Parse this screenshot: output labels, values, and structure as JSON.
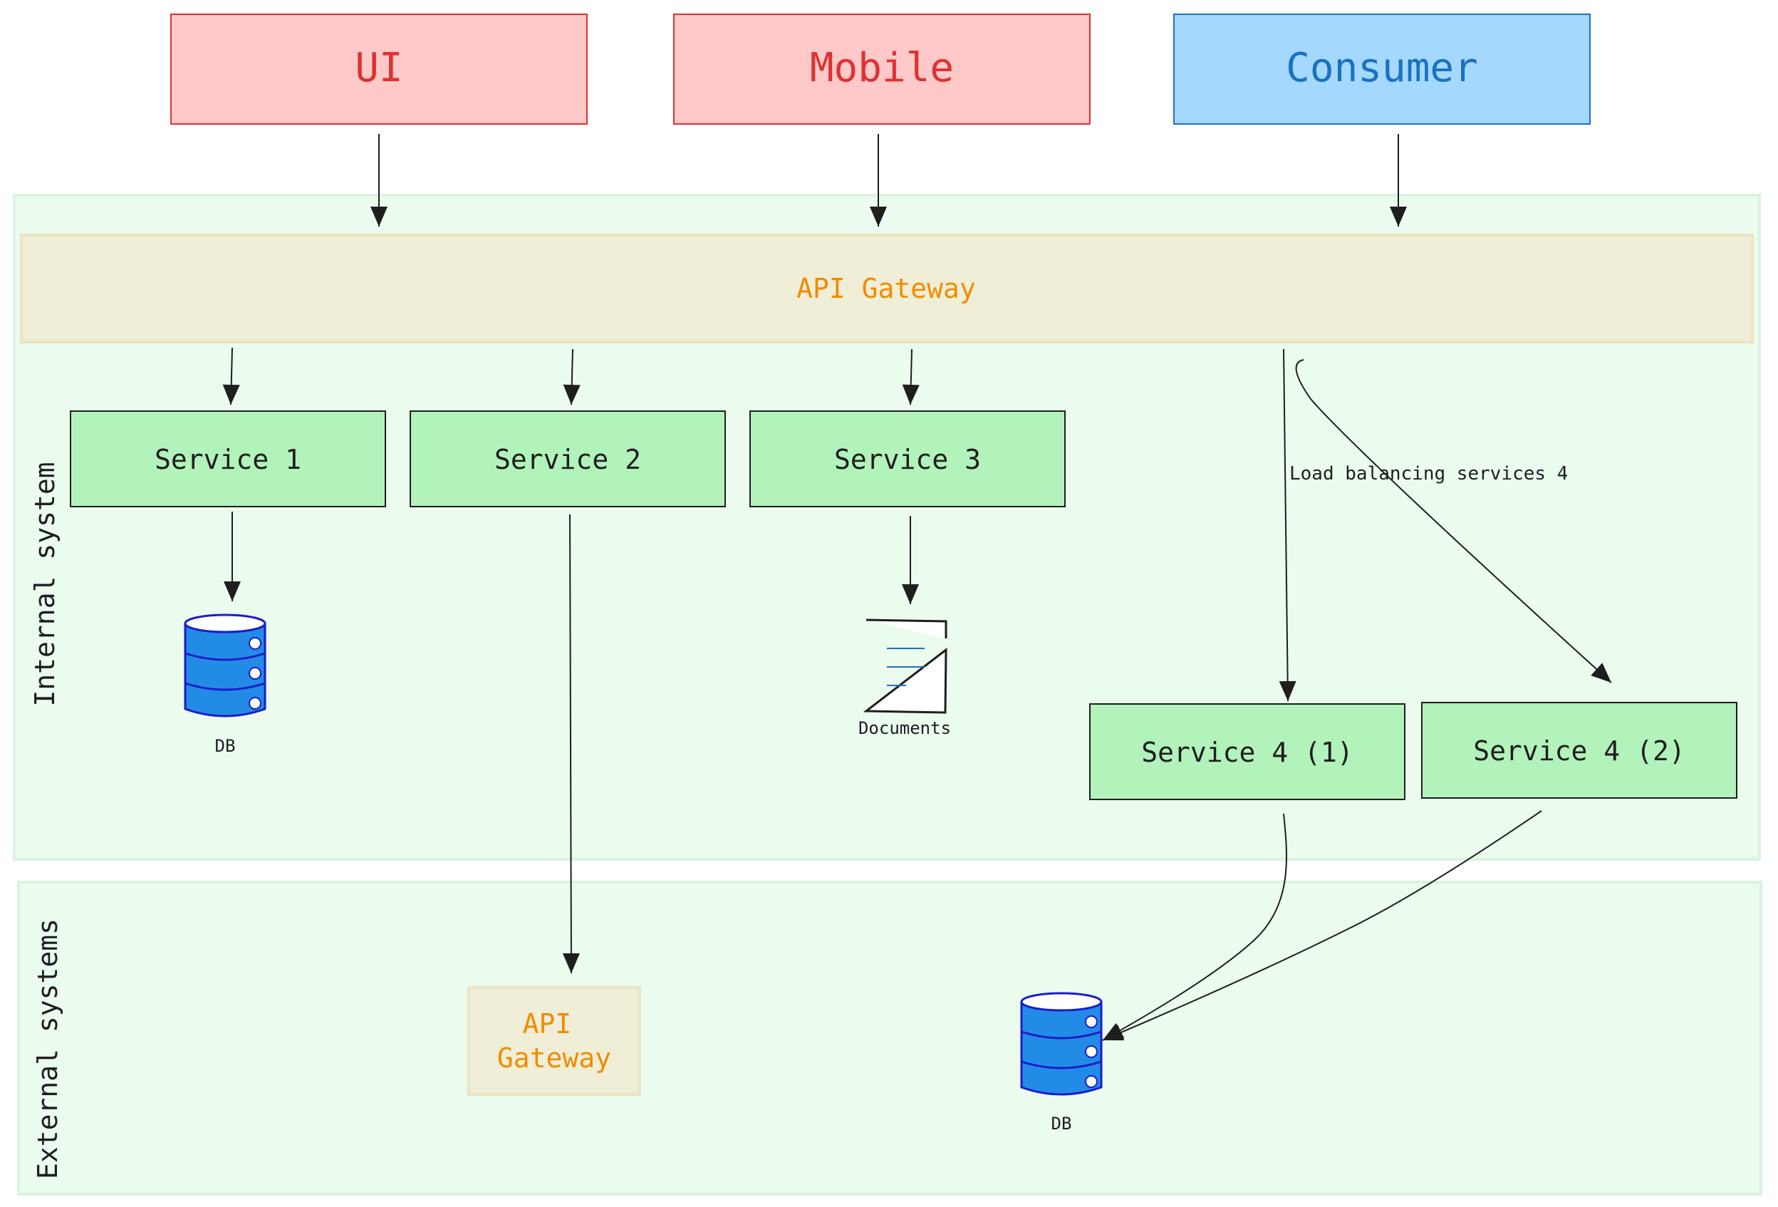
{
  "clients": {
    "ui": {
      "label": "UI",
      "fill": "#ffc9c9",
      "stroke": "#e03131",
      "text_color": "#e03131"
    },
    "mobile": {
      "label": "Mobile",
      "fill": "#ffc9c9",
      "stroke": "#e03131",
      "text_color": "#e03131"
    },
    "consumer": {
      "label": "Consumer",
      "fill": "#a5d8ff",
      "stroke": "#1971c2",
      "text_color": "#1971c2"
    }
  },
  "internal_system": {
    "label": "Internal system",
    "fill": "#ebfbee",
    "gateway": {
      "label": "API Gateway",
      "fill": "#f0eed6",
      "text_color": "#f08c00"
    },
    "services": {
      "s1": "Service 1",
      "s2": "Service 2",
      "s3": "Service 3",
      "s4a": "Service 4 (1)",
      "s4b": "Service 4 (2)"
    },
    "service_fill": "#b2f2bb",
    "db_label": "DB",
    "documents_label": "Documents",
    "load_balancing_label": "Load balancing services 4"
  },
  "external_systems": {
    "label": "External systems",
    "gateway": {
      "label_line1": "API",
      "label_line2": "Gateway"
    },
    "db_label": "DB"
  },
  "colors": {
    "db_fill": "#228be6",
    "db_stroke": "#1c1cc9",
    "arrow": "#1e1e1e",
    "doc_lines": "#1971c2"
  }
}
